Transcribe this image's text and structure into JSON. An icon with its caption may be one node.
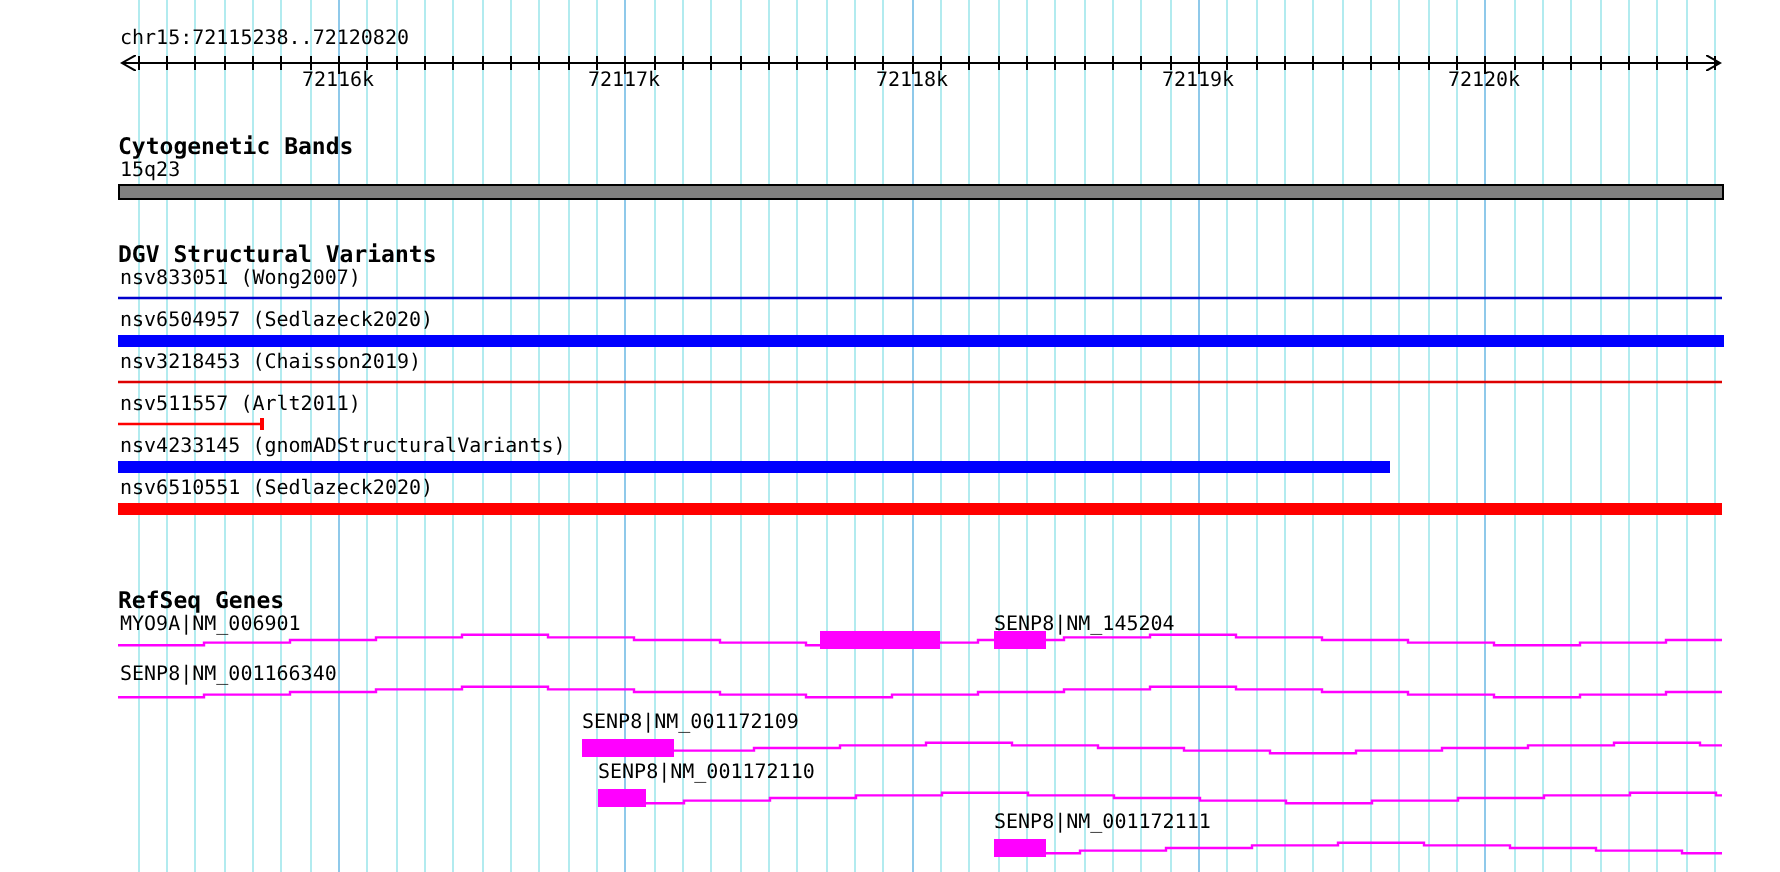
{
  "diagram": {
    "labels": [
      "chr15:72115238..72120820",
      "72116k",
      "72117k",
      "72118k",
      "72119k",
      "72120k",
      "Cytogenetic Bands",
      "15q23",
      "DGV Structural Variants",
      "nsv833051 (Wong2007)",
      "nsv6504957 (Sedlazeck2020)",
      "nsv3218453 (Chaisson2019)",
      "nsv511557 (Arlt2011)",
      "nsv4233145 (gnomADStructuralVariants)",
      "nsv6510551 (Sedlazeck2020)",
      "RefSeq Genes",
      "MYO9A|NM_006901",
      "SENP8|NM_145204",
      "SENP8|NM_001166340",
      "SENP8|NM_001172109",
      "SENP8|NM_001172110",
      "SENP8|NM_001172111"
    ]
  }
}
